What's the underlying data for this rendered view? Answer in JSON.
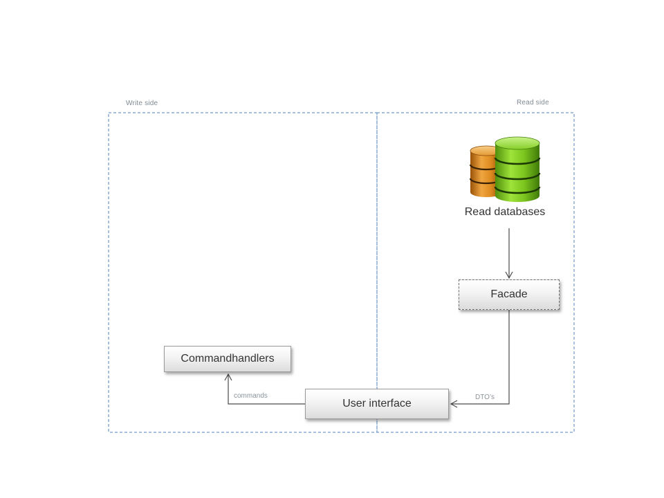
{
  "regions": {
    "write_side_label": "Write side",
    "read_side_label": "Read side"
  },
  "nodes": {
    "read_databases": "Read databases",
    "facade": "Facade",
    "commandhandlers": "Commandhandlers",
    "user_interface": "User interface"
  },
  "edges": {
    "commands": "commands",
    "dtos": "DTO’s"
  },
  "colors": {
    "region_border": "#4f81bd",
    "connector": "#4a4a4a",
    "db_green": "#7cc51f",
    "db_orange": "#e08a1e"
  },
  "icons": {
    "database_stack": "database-stack-icon"
  }
}
